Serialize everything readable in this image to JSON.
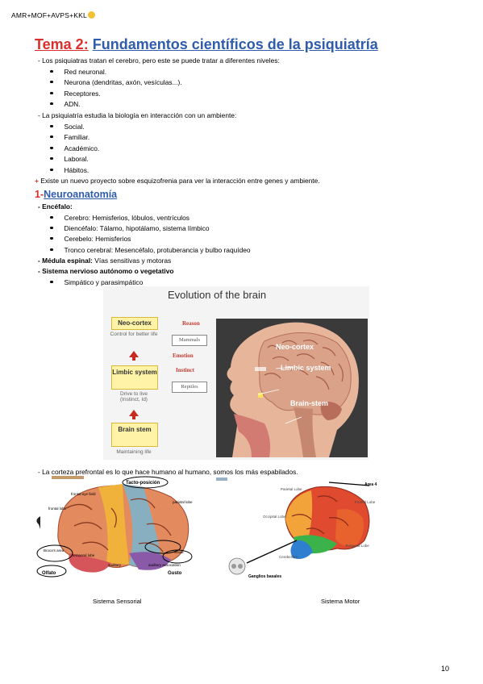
{
  "header": "AMR+MOF+AVPS+KKL",
  "title": {
    "number": "Tema 2:",
    "text": "Fundamentos científicos de la psiquiatría"
  },
  "intro": {
    "p1": "- Los psiquiatras tratan el cerebro, pero este se puede tratar a diferentes niveles:",
    "levels": [
      "Red neuronal.",
      "Neurona (dendritas, axón, vesículas...).",
      "Receptores.",
      "ADN."
    ],
    "p2": "- La psiquiatría estudia la biología en interacción con un ambiente:",
    "environments": [
      "Social.",
      "Familiar.",
      "Académico.",
      "Laboral.",
      "Hábitos."
    ],
    "plus_mark": "+",
    "p3": "Existe un nuevo proyecto sobre esquizofrenia para ver la interacción entre genes y ambiente."
  },
  "section": {
    "number": "1-",
    "title": "Neuroanatomía",
    "encefalo_label": "- Encéfalo:",
    "encefalo_items": [
      "Cerebro: Hemisferios, lóbulos, ventrículos",
      "Diencéfalo: Tálamo, hipotálamo, sistema límbico",
      "Cerebelo: Hemisferios",
      "Tronco cerebral: Mesencéfalo, protuberancia y bulbo raquídeo"
    ],
    "medula_label": "- Médula espinal:",
    "medula_text": "Vías sensitivas y motoras",
    "snv_label": "- Sistema nervioso autónomo o vegetativo",
    "snv_items": [
      "Simpático y parasimpático"
    ],
    "corteza_text": "- La corteza prefrontal es lo que hace humano al humano, somos los más espabilados."
  },
  "evolution_figure": {
    "title": "Evolution of the brain",
    "boxes": [
      "Neo-cortex",
      "Limbic system",
      "Brain stem"
    ],
    "box_captions": [
      "Control for better life",
      "Drive to live (Instinct, Id)",
      "Maintaining life"
    ],
    "red_labels": [
      "Reason",
      "Emotion",
      "Instinct"
    ],
    "gray_labels": [
      "Mammals",
      "Reptiles"
    ],
    "head_labels": [
      "Neo-cortex",
      "Limbic system",
      "Brain-stem"
    ]
  },
  "sensory_figure": {
    "labels": [
      "Tacto-posición",
      "frontal eye field",
      "frontal lobe",
      "parietal lobe",
      "Broca's area",
      "temporal lobe",
      "auditory",
      "auditory association",
      "Olfato",
      "Gusto",
      "visual"
    ],
    "caption": "Sistema Sensorial"
  },
  "motor_figure": {
    "labels": [
      "Area 4",
      "Parietal Lobe",
      "Frontal Lobe",
      "Occipital Lobe",
      "Temporal Lobe",
      "Cerebellum",
      "Ganglios basales"
    ],
    "caption": "Sistema Motor"
  },
  "page_number": "10",
  "colors": {
    "accent_red": "#d9302c",
    "accent_blue": "#2f5cad"
  }
}
